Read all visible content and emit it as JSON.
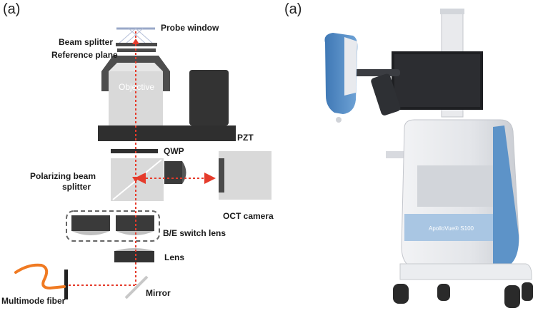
{
  "panels": [
    {
      "label": "(a)"
    },
    {
      "label": "(a)"
    }
  ],
  "diagram": {
    "objective_text": "Objective",
    "labels": {
      "probe_window": "Probe window",
      "beam_splitter": "Beam splitter",
      "reference_plane": "Reference plane",
      "pzt": "PZT",
      "qwp": "QWP",
      "polarizing_beam_splitter_line1": "Polarizing beam",
      "polarizing_beam_splitter_line2": "splitter",
      "oct_camera": "OCT camera",
      "be_switch_lens": "B/E switch lens",
      "lens": "Lens",
      "mirror": "Mirror",
      "multimode_fiber": "Multimode fiber"
    },
    "colors": {
      "beam": "#e53b2b",
      "fiber": "#f07a22",
      "dark_component": "#2f2f2f",
      "light_component": "#d9d9d9",
      "device_blue": "#4f86bf"
    }
  },
  "device": {
    "brand_text": "ApolloVue® S100"
  }
}
